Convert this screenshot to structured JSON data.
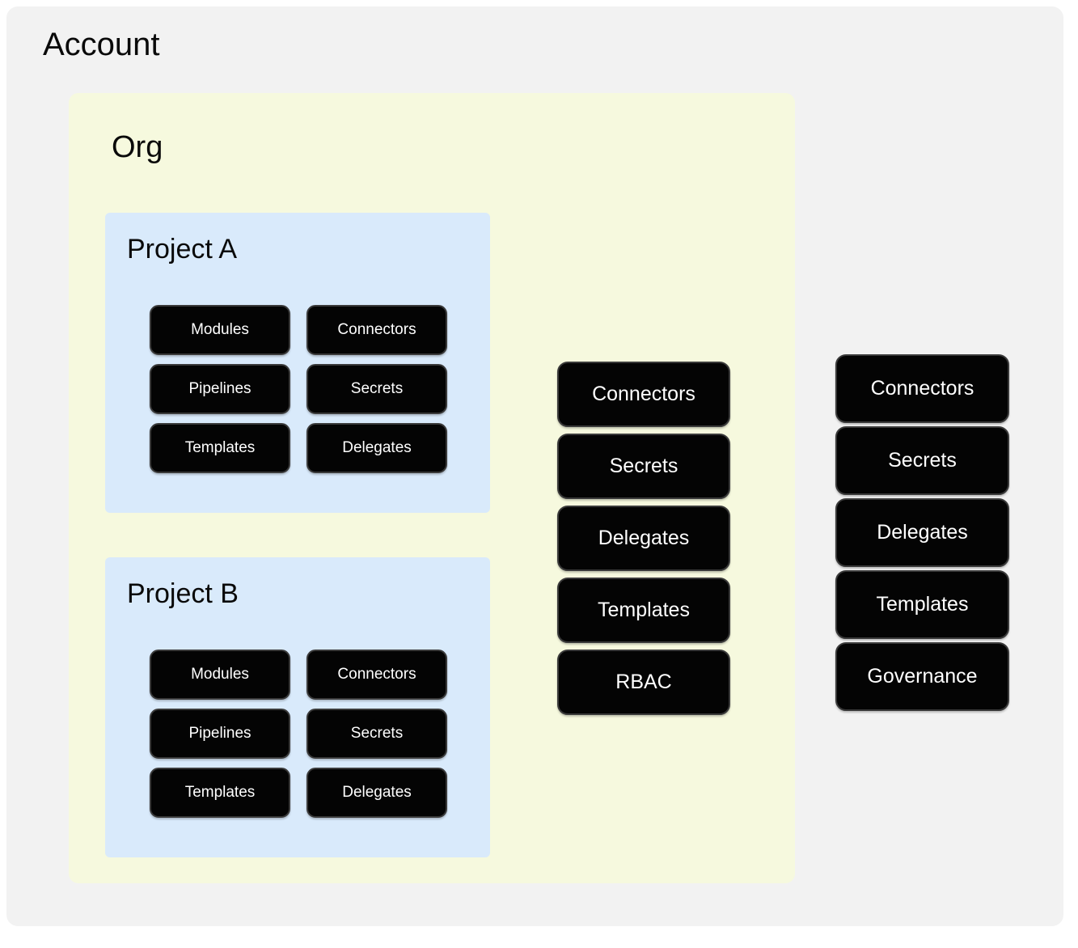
{
  "account": {
    "title": "Account",
    "background_color": "#f2f2f2",
    "resources": [
      {
        "label": "Connectors"
      },
      {
        "label": "Secrets"
      },
      {
        "label": "Delegates"
      },
      {
        "label": "Templates"
      },
      {
        "label": "Governance"
      }
    ]
  },
  "org": {
    "title": "Org",
    "background_color": "#f6f9de",
    "resources": [
      {
        "label": "Connectors"
      },
      {
        "label": "Secrets"
      },
      {
        "label": "Delegates"
      },
      {
        "label": "Templates"
      },
      {
        "label": "RBAC"
      }
    ]
  },
  "projects": [
    {
      "title": "Project A",
      "background_color": "#d9eafb",
      "resources": [
        {
          "label": "Modules"
        },
        {
          "label": "Connectors"
        },
        {
          "label": "Pipelines"
        },
        {
          "label": "Secrets"
        },
        {
          "label": "Templates"
        },
        {
          "label": "Delegates"
        }
      ]
    },
    {
      "title": "Project B",
      "background_color": "#d9eafb",
      "resources": [
        {
          "label": "Modules"
        },
        {
          "label": "Connectors"
        },
        {
          "label": "Pipelines"
        },
        {
          "label": "Secrets"
        },
        {
          "label": "Templates"
        },
        {
          "label": "Delegates"
        }
      ]
    }
  ],
  "colors": {
    "page_background": "#ffffff",
    "chip_background": "#040404",
    "chip_border": "#3a3a3a",
    "chip_text": "#ffffff",
    "heading_text": "#0a0a0a"
  }
}
